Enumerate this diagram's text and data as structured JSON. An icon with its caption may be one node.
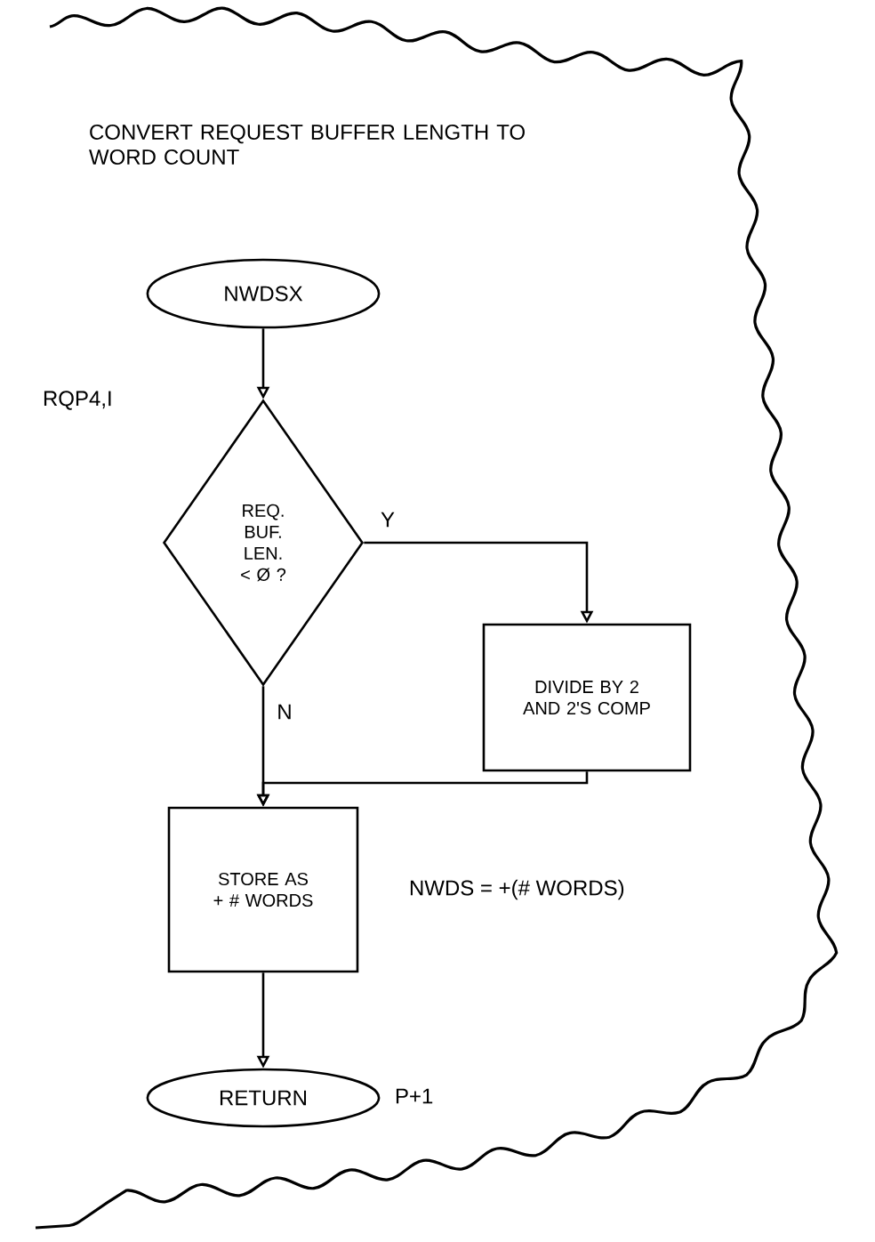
{
  "diagram": {
    "title": "CONVERT REQUEST BUFFER LENGTH TO WORD COUNT",
    "nodes": [
      {
        "text": [
          "NWDSX"
        ]
      },
      {
        "text": [
          "REQ. BUF. LEN. < Ø ?"
        ],
        "beside": [
          "RQP4,I"
        ]
      },
      {
        "text": [
          "DIVIDE BY 2 AND 2'S COMP"
        ]
      },
      {
        "text": [
          "STORE AS + # WORDS"
        ],
        "beside": [
          "NWDS = +(# WORDS)"
        ]
      },
      {
        "text": [
          "RETURN"
        ],
        "beside": [
          "P+1"
        ]
      }
    ],
    "edges": [
      {
        "from": 0,
        "to": 1,
        "arrow": "to"
      },
      {
        "from": 1,
        "to": 2,
        "arrow": "to",
        "label": "Y"
      },
      {
        "from": 1,
        "to": 3,
        "arrow": "to",
        "label": "N"
      },
      {
        "from": 2,
        "to": 3,
        "arrow": "to"
      },
      {
        "from": 3,
        "to": 4,
        "arrow": "to"
      }
    ]
  }
}
